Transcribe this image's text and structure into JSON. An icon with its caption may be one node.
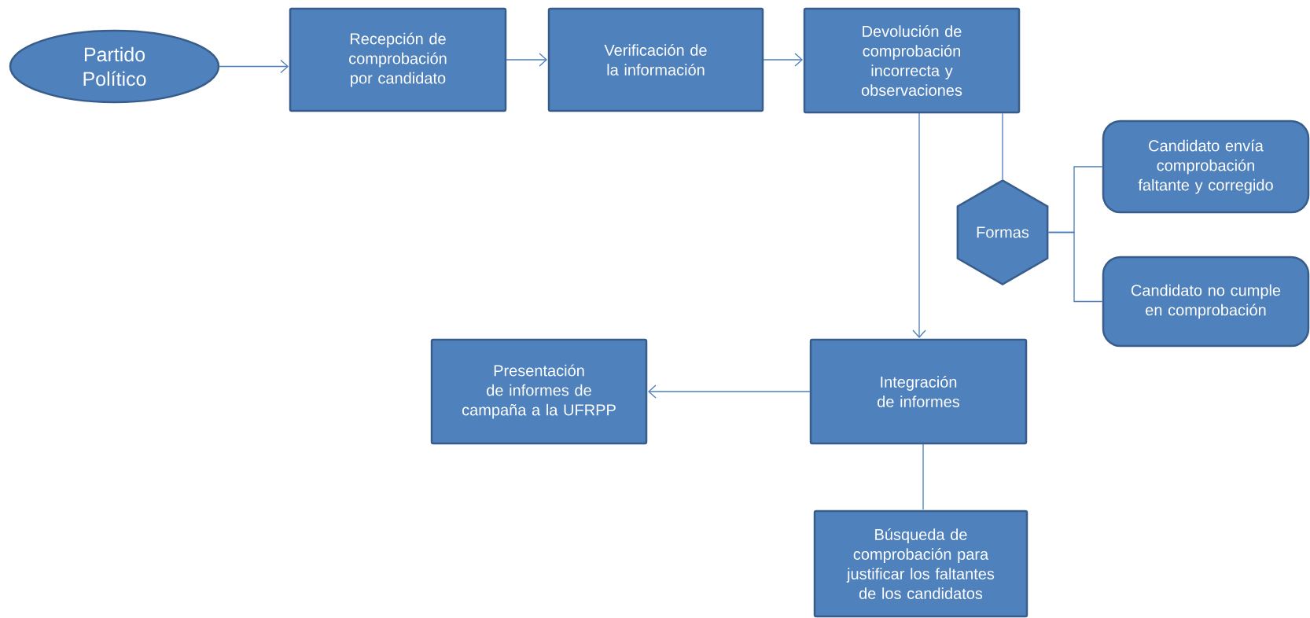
{
  "diagram": {
    "nodes": [
      {
        "text": [
          "Partido Político"
        ]
      },
      {
        "text": [
          "Recepción de comprobación por candidato"
        ]
      },
      {
        "text": [
          "Verificación de la información"
        ]
      },
      {
        "text": [
          "Devolución de comprobación incorrecta y observaciones"
        ]
      },
      {
        "text": [
          "Formas"
        ]
      },
      {
        "text": [
          "Candidato envía comprobación faltante y corregido"
        ]
      },
      {
        "text": [
          "Candidato no cumple en comprobación"
        ]
      },
      {
        "text": [
          "Presentación de informes de campaña a la UFRPP"
        ]
      },
      {
        "text": [
          "Integración de informes"
        ]
      },
      {
        "text": [
          "Búsqueda de comprobación para justificar los faltantes de los candidatos"
        ]
      }
    ],
    "edges": [
      {
        "from": 0,
        "to": 1,
        "arrow": "to"
      },
      {
        "from": 1,
        "to": 2,
        "arrow": "to"
      },
      {
        "from": 2,
        "to": 3,
        "arrow": "to"
      },
      {
        "from": 3,
        "to": 8,
        "arrow": "to"
      },
      {
        "from": 3,
        "to": 4,
        "arrow": "none"
      },
      {
        "from": 4,
        "to": 5,
        "arrow": "none"
      },
      {
        "from": 4,
        "to": 6,
        "arrow": "none"
      },
      {
        "from": 8,
        "to": 7,
        "arrow": "to"
      },
      {
        "from": 8,
        "to": 9,
        "arrow": "none"
      }
    ]
  }
}
